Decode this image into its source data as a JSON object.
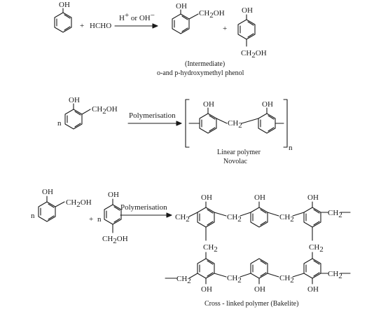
{
  "colors": {
    "ink": "#1a1a1a",
    "background": "#ffffff"
  },
  "reaction1": {
    "phenol_oh": "OH",
    "plus_1": "+",
    "hcho": "HCHO",
    "condition": "H+ or OH−",
    "ortho_oh": "OH",
    "ortho_ch2oh": "CH2OH",
    "plus_2": "+",
    "para_oh": "OH",
    "para_ch2oh": "CH2OH",
    "intermediate_label": "(Intermediate)",
    "product_caption": "o-and p-hydroxymethyl phenol"
  },
  "reaction2": {
    "monomer_oh": "OH",
    "monomer_ch2oh": "CH2OH",
    "monomer_n": "n",
    "arrow_label": "Polymerisation",
    "unit_oh_1": "OH",
    "unit_oh_2": "OH",
    "bridge": "CH2",
    "subscript_n": "n",
    "caption_line1": "Linear polymer",
    "caption_line2": "Novolac"
  },
  "reaction3": {
    "ortho_oh": "OH",
    "ortho_ch2oh": "CH2OH",
    "ortho_n": "n",
    "plus": "+",
    "para_n": "n",
    "para_oh": "OH",
    "para_ch2oh": "CH2OH",
    "arrow_label": "Polymerisation",
    "ch2": "CH2",
    "oh": "OH",
    "caption": "Cross - linked polymer (Bakelite)"
  }
}
